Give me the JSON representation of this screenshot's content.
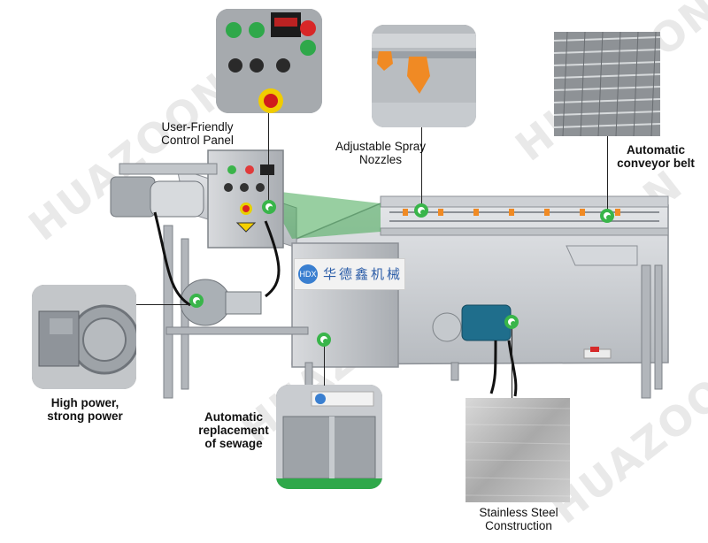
{
  "watermark_text": "HUAZOON",
  "labels": {
    "control_panel": "User-Friendly\nControl Panel",
    "spray_nozzles": "Adjustable Spray\nNozzles",
    "conveyor_belt": "Automatic\nconveyor  belt",
    "high_power": "High power,\nstrong power",
    "sewage": "Automatic\nreplacement\nof sewage",
    "stainless_steel": "Stainless Steel\nConstruction"
  },
  "machine_plate_text": "华德鑫机械",
  "machine_plate_logo": "HDX",
  "colors": {
    "accent_green": "#39b54a",
    "steel": "#c9ccd0",
    "steel_dark": "#8c9096",
    "motor_blue": "#1f6e8c",
    "nozzle_orange": "#f08a24"
  },
  "icons": {
    "callout_marker": "green-ring-dot"
  }
}
